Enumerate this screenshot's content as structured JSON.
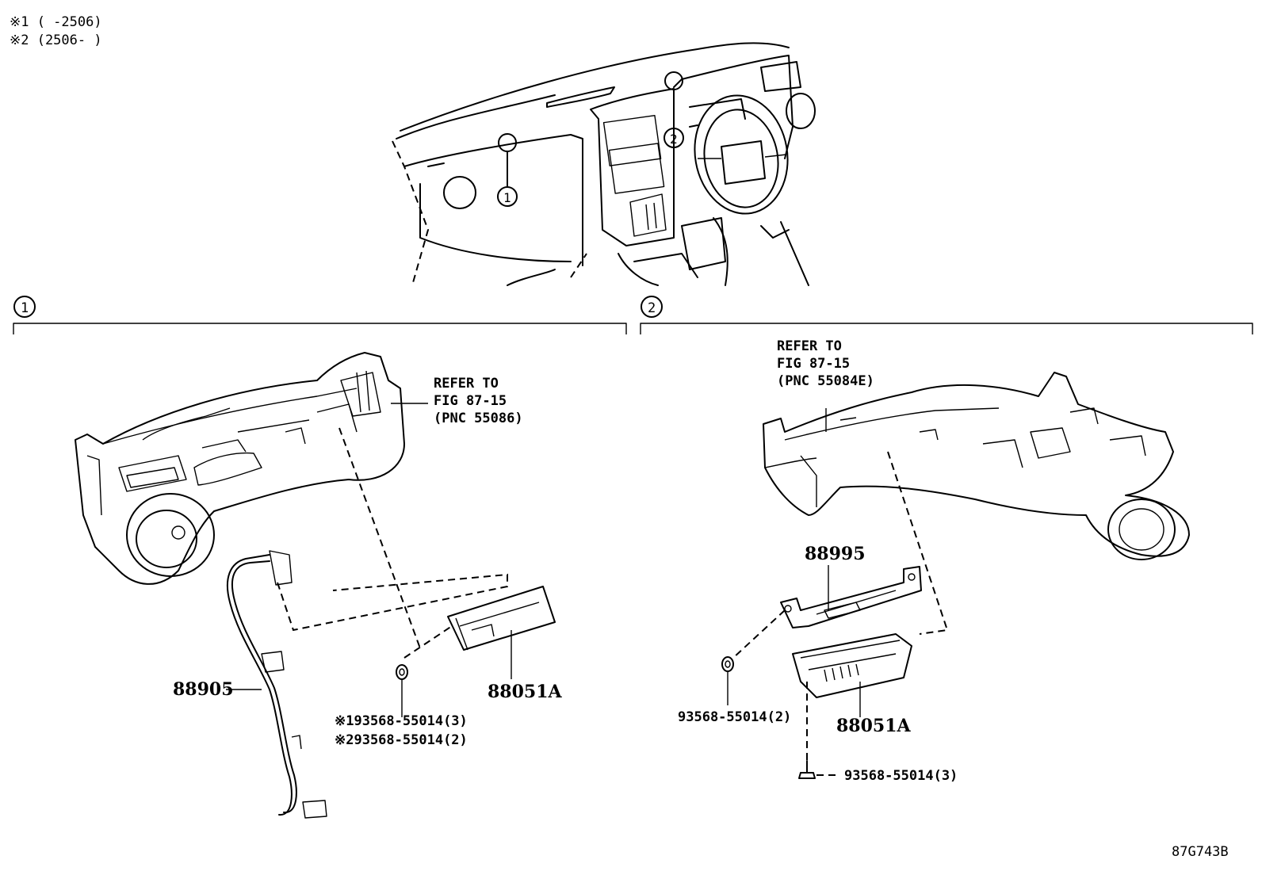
{
  "notes": {
    "note1": "※1 (      -2506)",
    "note2": "※2 (2506-      )"
  },
  "callouts": {
    "c1": "1",
    "c2": "2"
  },
  "left_panel": {
    "refer": [
      "REFER TO",
      "FIG 87-15",
      "(PNC 55086)"
    ],
    "harness": "88905",
    "module": "88051A",
    "bolt1": "※193568-55014(3)",
    "bolt2": "※293568-55014(2)"
  },
  "right_panel": {
    "refer": [
      "REFER TO",
      "FIG 87-15",
      "(PNC 55084E)"
    ],
    "bracket": "88995",
    "module": "88051A",
    "bolt_left": "93568-55014(2)",
    "bolt_bottom": "93568-55014(3)"
  },
  "figure_code": "87G743B"
}
